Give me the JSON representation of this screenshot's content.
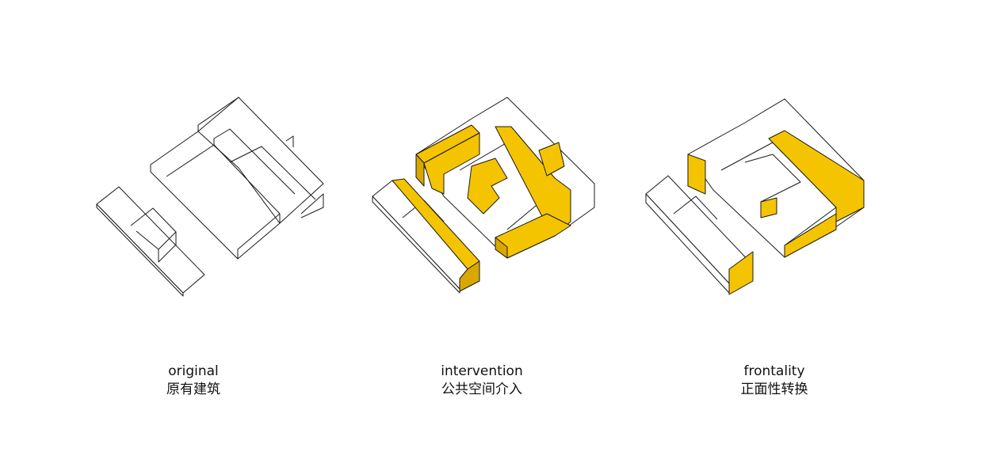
{
  "panels": [
    {
      "name_en": "original",
      "name_zh": "原有建筑"
    },
    {
      "name_en": "intervention",
      "name_zh": "公共空间介入"
    },
    {
      "name_en": "frontality",
      "name_zh": "正面性转换"
    }
  ],
  "colors": {
    "background": "#ffffff",
    "outline": "#1a1a1a",
    "highlight": "#f5c400",
    "highlight_dark": "#d9a800"
  }
}
